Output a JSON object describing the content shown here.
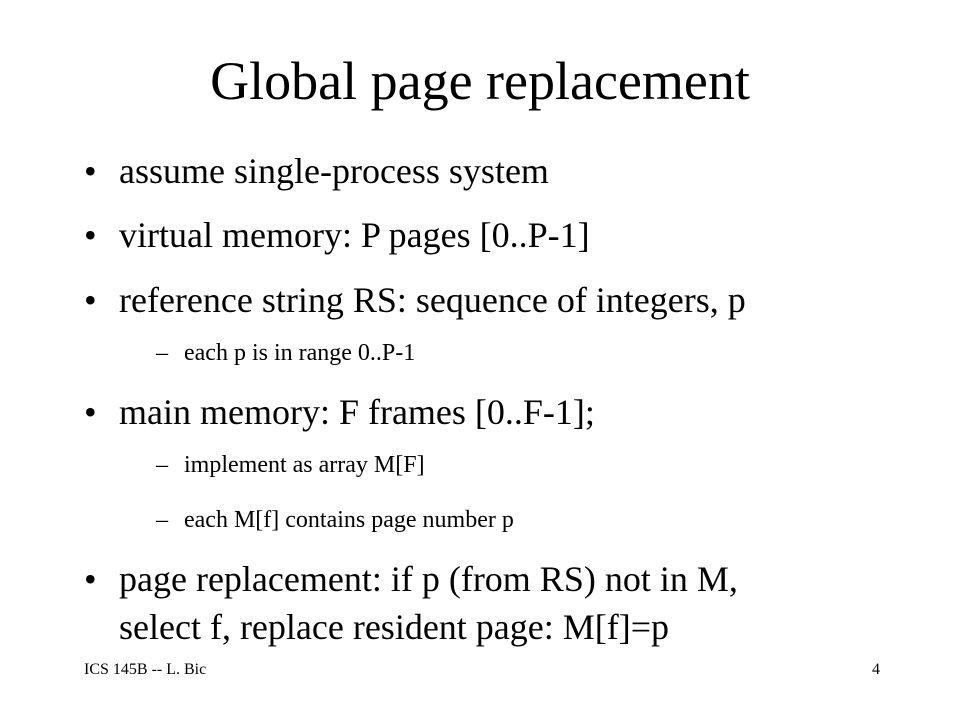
{
  "slide": {
    "title": "Global page replacement",
    "bullets": [
      {
        "mark": "•",
        "text": "assume single-process system"
      },
      {
        "mark": "•",
        "text": "virtual memory: P pages [0..P-1]"
      },
      {
        "mark": "•",
        "text": "reference string RS: sequence of integers, p"
      },
      {
        "mark": "•",
        "text": "main memory: F frames [0..F-1];"
      },
      {
        "mark": "•",
        "line1": "page replacement: if p (from RS) not in M,",
        "line2": "select f, replace resident page: M[f]=p"
      }
    ],
    "subbullets": [
      {
        "mark": "–",
        "text": "each p is in range 0..P-1"
      },
      {
        "mark": "–",
        "text": "implement as array M[F]"
      },
      {
        "mark": "–",
        "text": "each M[f] contains page number p"
      }
    ],
    "footer": {
      "left": "ICS 145B -- L. Bic",
      "page_number": "4"
    }
  }
}
